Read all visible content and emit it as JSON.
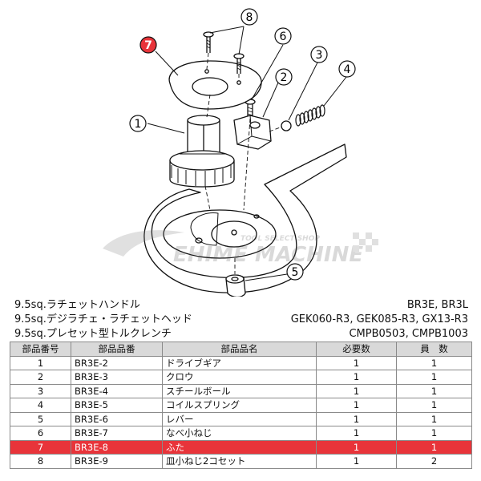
{
  "diagram": {
    "callouts": [
      {
        "n": "1"
      },
      {
        "n": "2"
      },
      {
        "n": "3"
      },
      {
        "n": "4"
      },
      {
        "n": "5"
      },
      {
        "n": "6"
      },
      {
        "n": "7"
      },
      {
        "n": "8"
      }
    ],
    "highlight_color": "#e8343a",
    "watermark": {
      "tagline": "TOOL SELECT SHOP",
      "brand": "EHIME MACHINE"
    }
  },
  "products": [
    {
      "name": "9.5sq.ラチェットハンドル",
      "models": "BR3E, BR3L"
    },
    {
      "name": "9.5sq.デジラチェ・ラチェットヘッド",
      "models": "GEK060-R3, GEK085-R3, GX13-R3"
    },
    {
      "name": "9.5sq.プレセット型トルクレンチ",
      "models": "CMPB0503, CMPB1003"
    }
  ],
  "parts_table": {
    "headers": [
      "部品番号",
      "部品品番",
      "部品品名",
      "必要数",
      "員　数"
    ],
    "rows": [
      {
        "no": "1",
        "code": "BR3E-2",
        "name": "ドライブギア",
        "req": "1",
        "qty": "1"
      },
      {
        "no": "2",
        "code": "BR3E-3",
        "name": "クロウ",
        "req": "1",
        "qty": "1"
      },
      {
        "no": "3",
        "code": "BR3E-4",
        "name": "スチールボール",
        "req": "1",
        "qty": "1"
      },
      {
        "no": "4",
        "code": "BR3E-5",
        "name": "コイルスプリング",
        "req": "1",
        "qty": "1"
      },
      {
        "no": "5",
        "code": "BR3E-6",
        "name": "レバー",
        "req": "1",
        "qty": "1"
      },
      {
        "no": "6",
        "code": "BR3E-7",
        "name": "なべ小ねじ",
        "req": "1",
        "qty": "1"
      },
      {
        "no": "7",
        "code": "BR3E-8",
        "name": "ふた",
        "req": "1",
        "qty": "1",
        "highlight": true
      },
      {
        "no": "8",
        "code": "BR3E-9",
        "name": "皿小ねじ2コセット",
        "req": "1",
        "qty": "2"
      }
    ]
  }
}
